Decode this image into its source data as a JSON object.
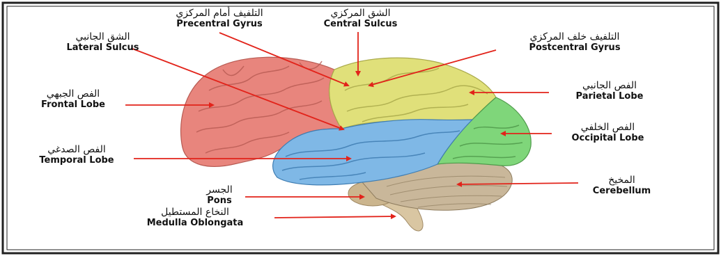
{
  "labels": {
    "precentral": {
      "ar": "التلفيف أمام المركزي",
      "en": "Precentral Gyrus"
    },
    "central": {
      "ar": "الشق المركزي",
      "en": "Central Sulcus"
    },
    "lateral": {
      "ar": "الشق الجانبي",
      "en": "Lateral Sulcus"
    },
    "postcentral": {
      "ar": "التلفيف خلف المركزي",
      "en": "Postcentral Gyrus"
    },
    "frontal": {
      "ar": "الفص الجبهي",
      "en": "Frontal Lobe"
    },
    "parietal": {
      "ar": "الفص الجانبي",
      "en": "Parietal Lobe"
    },
    "occipital": {
      "ar": "الفص الخلفي",
      "en": "Occipital Lobe"
    },
    "temporal": {
      "ar": "الفص الصدغي",
      "en": "Temporal Lobe"
    },
    "cerebellum": {
      "ar": "المخيخ",
      "en": "Cerebellum"
    },
    "pons": {
      "ar": "الجسر",
      "en": "Pons"
    },
    "medulla": {
      "ar": "النخاع المستطيل",
      "en": "Medulla Oblongata"
    }
  },
  "colors": {
    "frontal": "#e8857d",
    "parietal": "#e0e07a",
    "occipital": "#7fd67a",
    "temporal": "#7fb8e6",
    "cerebellum": "#c9b79a",
    "brainstem": "#d8c4a0",
    "arrow": "#e2231a",
    "border": "#222222"
  }
}
